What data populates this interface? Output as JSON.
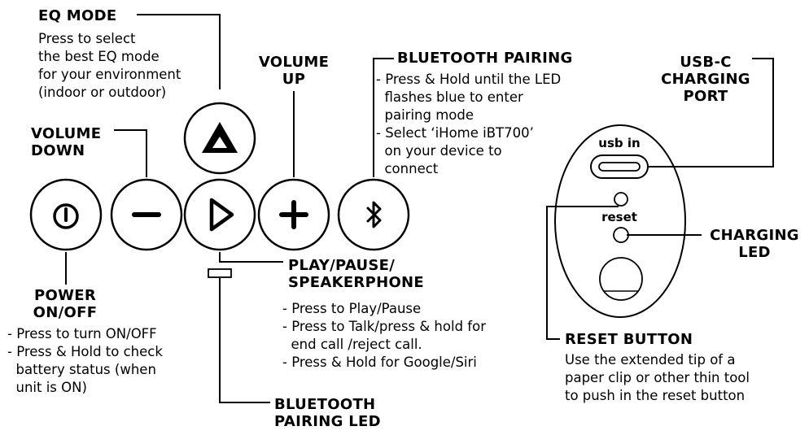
{
  "eq_mode": {
    "title": "EQ MODE",
    "description": "Press to select\nthe best EQ mode\nfor your environment\n(indoor or outdoor)"
  },
  "volume_up": {
    "title": "VOLUME\nUP"
  },
  "volume_down": {
    "title": "VOLUME\nDOWN"
  },
  "bluetooth_pairing": {
    "title": "BLUETOOTH PAIRING",
    "description": "- Press & Hold until the LED\n  flashes blue to enter\n  pairing mode\n- Select ‘iHome iBT700’\n  on your device to\n  connect"
  },
  "usb_c": {
    "title": "USB-C\nCHARGING\nPORT"
  },
  "power": {
    "title": "POWER\nON/OFF",
    "description": "- Press to turn ON/OFF\n- Press & Hold to check\n  battery status (when\n  unit is ON)"
  },
  "play_pause": {
    "title": "PLAY/PAUSE/\nSPEAKERPHONE",
    "description": "- Press to Play/Pause\n- Press to Talk/press & hold for\n  end call /reject call.\n- Press & Hold for Google/Siri"
  },
  "bluetooth_led": {
    "title": "BLUETOOTH\nPAIRING LED"
  },
  "charging_led": {
    "title": "CHARGING\nLED"
  },
  "reset_button": {
    "title": "RESET BUTTON",
    "description": "Use the extended tip of a\npaper clip or other thin tool\nto push in the reset button"
  },
  "port_panel": {
    "usb_label": "usb in",
    "reset_label": "reset"
  },
  "icons": [
    "eq-mode-icon",
    "power-icon",
    "volume-down-icon",
    "play-icon",
    "volume-up-icon",
    "bluetooth-icon"
  ]
}
